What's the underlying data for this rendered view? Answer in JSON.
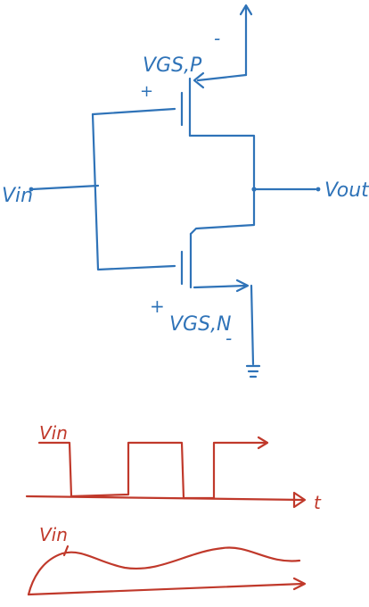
{
  "schematic": {
    "labels": {
      "vgs_p": "VGS,P",
      "vgs_p_plus": "+",
      "vgs_p_minus": "-",
      "vin": "Vin",
      "vout": "Vout",
      "vgs_n": "VGS,N",
      "vgs_n_plus": "+",
      "vgs_n_minus": "-"
    }
  },
  "waveforms": {
    "square": {
      "label": "Vin",
      "axis_label": "t"
    },
    "smooth": {
      "label": "Vin"
    }
  },
  "colors": {
    "schematic": "#2f73b8",
    "waveform": "#c0392b"
  }
}
